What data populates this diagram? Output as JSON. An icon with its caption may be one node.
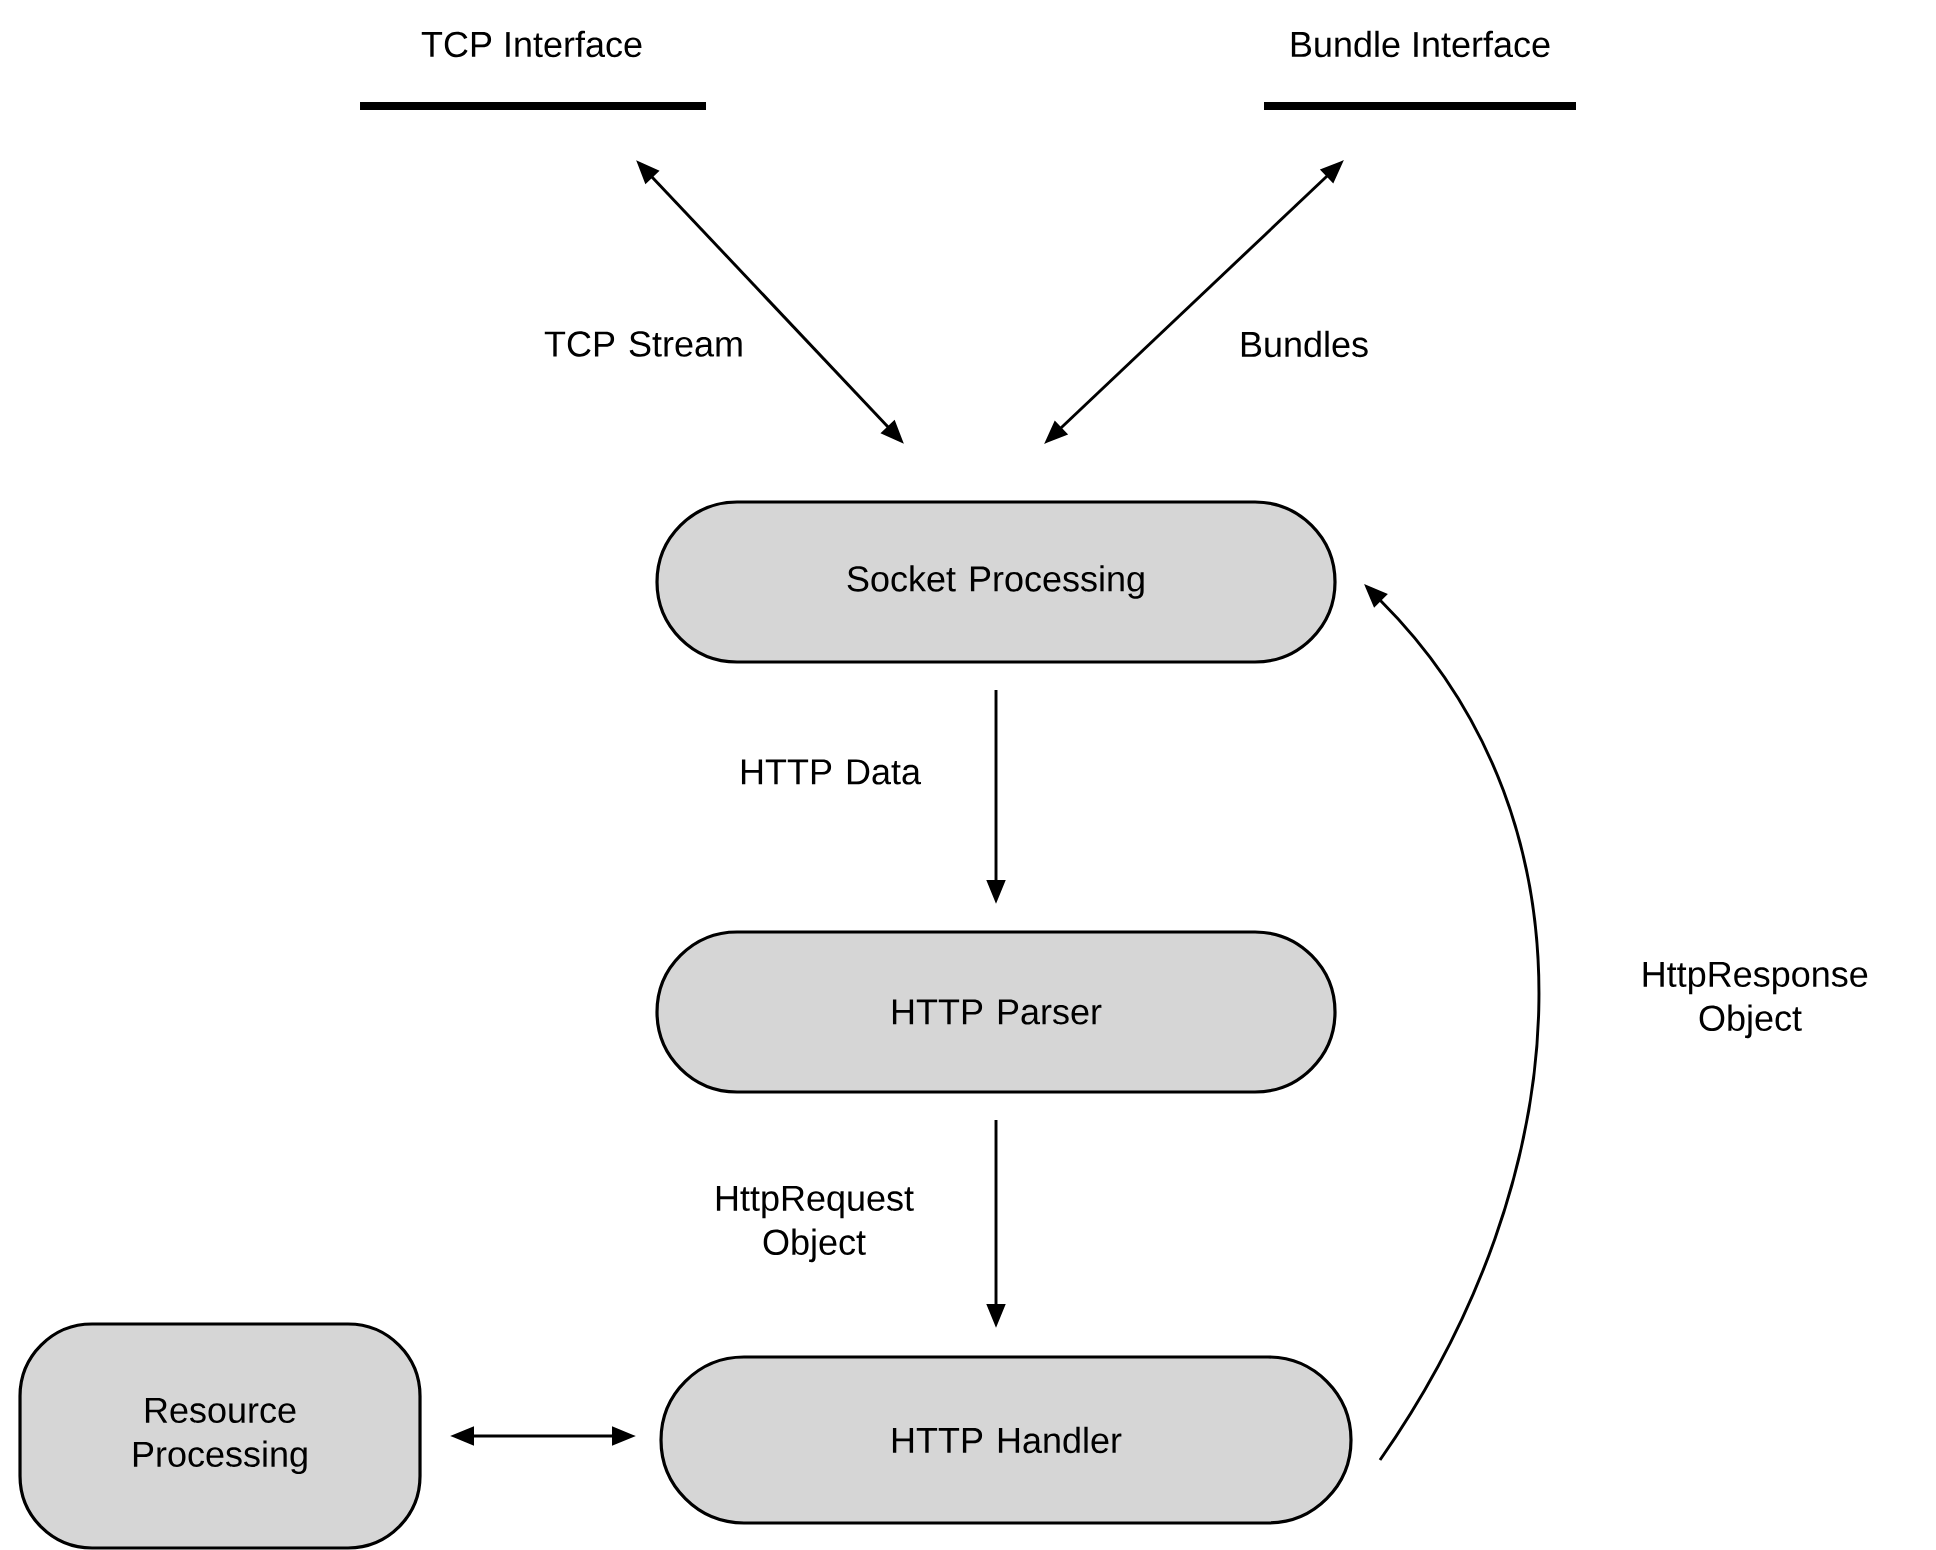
{
  "diagram": {
    "nodes": [
      {
        "text": [
          "TCP Interface"
        ]
      },
      {
        "text": [
          "Bundle Interface"
        ]
      },
      {
        "text": [
          "Socket Processing"
        ]
      },
      {
        "text": [
          "HTTP Parser"
        ]
      },
      {
        "text": [
          "Resource Processing"
        ]
      },
      {
        "text": [
          "HTTP Handler"
        ]
      }
    ],
    "edges": [
      {
        "from": 0,
        "to": 2,
        "arrow": "both",
        "label": "TCP Stream"
      },
      {
        "from": 1,
        "to": 2,
        "arrow": "both",
        "label": "Bundles"
      },
      {
        "from": 2,
        "to": 3,
        "arrow": "to",
        "label": "HTTP Data"
      },
      {
        "from": 3,
        "to": 5,
        "arrow": "to",
        "label": "HttpRequest Object"
      },
      {
        "from": 4,
        "to": 5,
        "arrow": "both"
      },
      {
        "from": 5,
        "to": 2,
        "arrow": "to",
        "label": "HttpResponse Object"
      }
    ]
  }
}
